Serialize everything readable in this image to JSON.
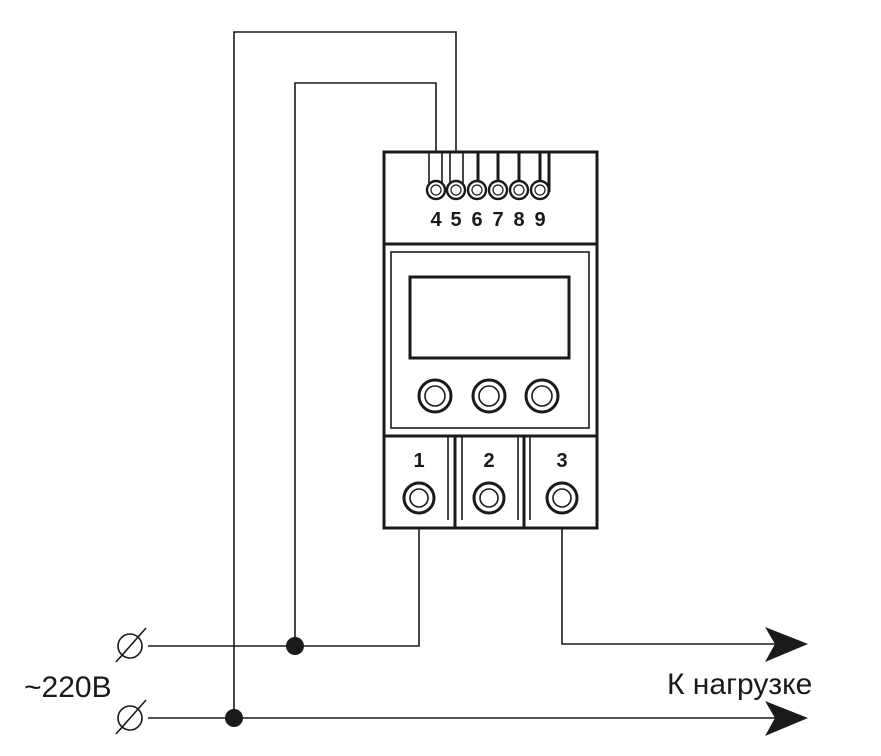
{
  "top_terminal_numbers": [
    "4",
    "5",
    "6",
    "7",
    "8",
    "9"
  ],
  "bottom_terminal_numbers": [
    "1",
    "2",
    "3"
  ],
  "supply_label": "~220В",
  "load_label": "К нагрузке",
  "colors": {
    "ink": "#1a1a1a",
    "background": "#ffffff"
  }
}
